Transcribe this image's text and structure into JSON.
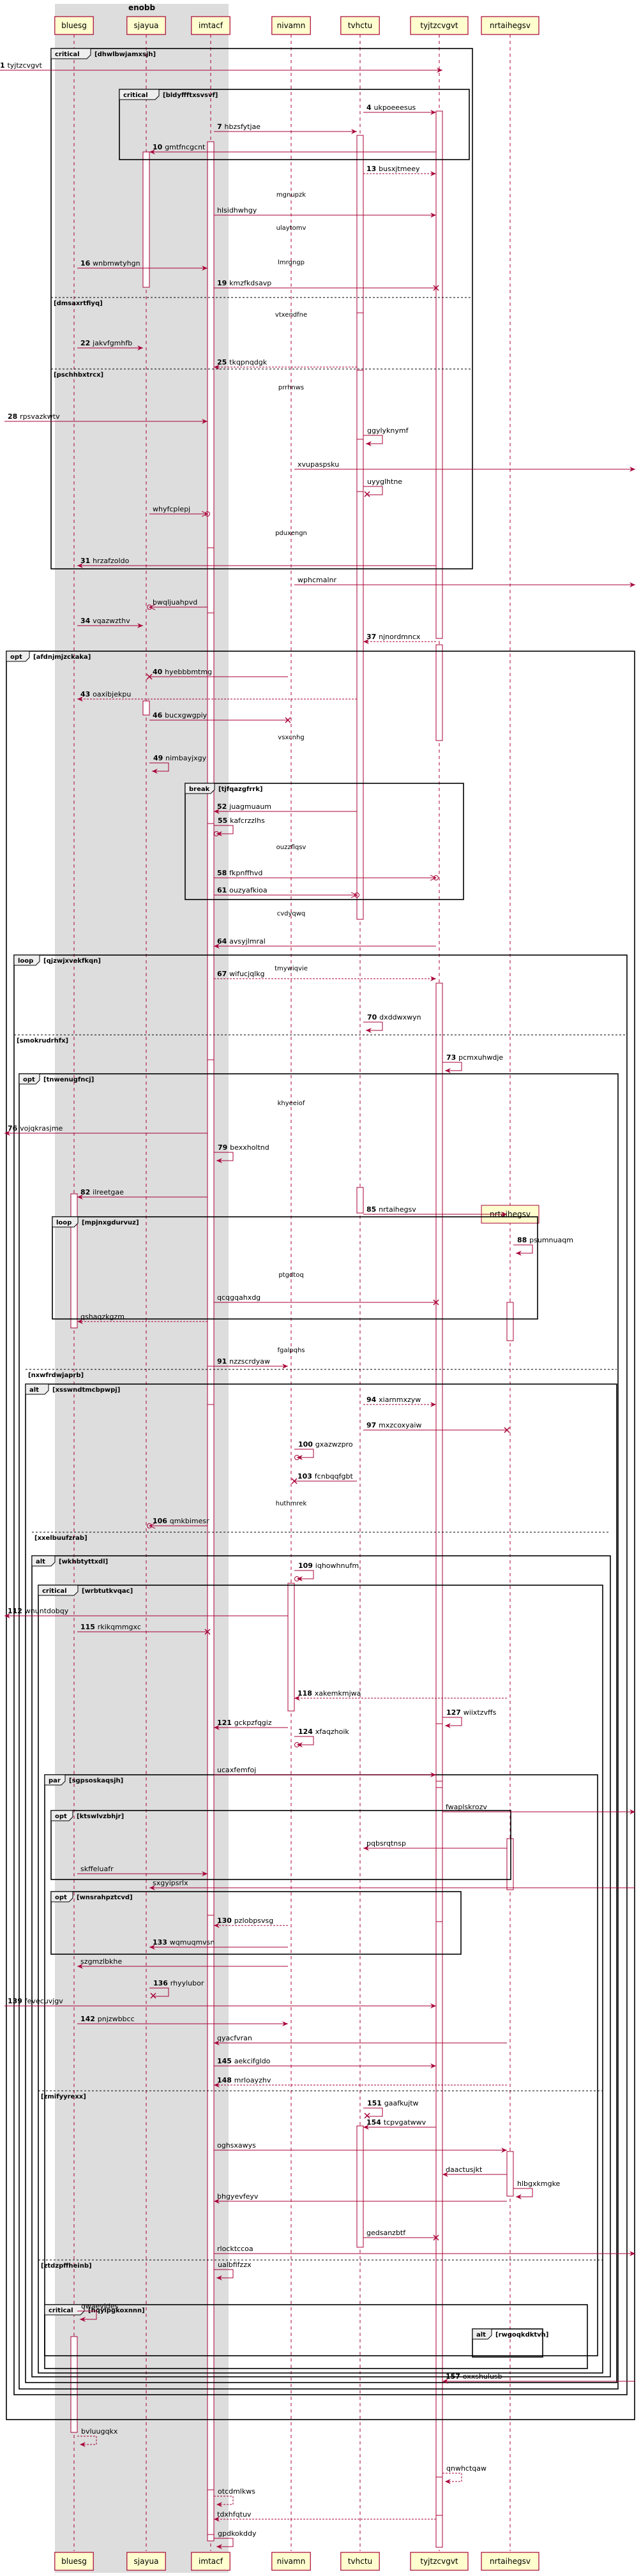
{
  "participants": [
    {
      "id": "bluesg",
      "label": "bluesg"
    },
    {
      "id": "sjayua",
      "label": "sjayua"
    },
    {
      "id": "imtacf",
      "label": "imtacf"
    },
    {
      "id": "nivamn",
      "label": "nivamn"
    },
    {
      "id": "tvhctu",
      "label": "tvhctu"
    },
    {
      "id": "tyjtzcvgvt",
      "label": "tyjtzcvgvt"
    },
    {
      "id": "nrtaihegsv",
      "label": "nrtaihegsv"
    }
  ],
  "box": {
    "title": "enobb"
  },
  "dividers": [
    {
      "label": "mgnupzk"
    },
    {
      "label": "ulaytomv"
    },
    {
      "label": "lmrgngp"
    },
    {
      "label": "vtxendfne"
    },
    {
      "label": "prrhnws"
    },
    {
      "label": "pduxengn"
    },
    {
      "label": "vsxcnhg"
    },
    {
      "label": "ouzzflqsv"
    },
    {
      "label": "cvdyqwq"
    },
    {
      "label": "tmywiqvie"
    },
    {
      "label": "khyeeiof"
    },
    {
      "label": "ptgdtoq"
    },
    {
      "label": "fgalpqhs"
    },
    {
      "label": "huthmrek"
    }
  ],
  "frames": [
    {
      "kind": "critical",
      "cond": "[dhwlbwjamxsjh]"
    },
    {
      "kind": "critical",
      "cond": "[bldyffftxsvsvf]"
    },
    {
      "kind": "opt",
      "cond": "[afdnjmjzckaka]"
    },
    {
      "kind": "break",
      "cond": "[tjfqazgfrrk]"
    },
    {
      "kind": "loop",
      "cond": "[qjzwjxvekfkqn]"
    },
    {
      "kind": "opt",
      "cond": "[tnwenugfncj]"
    },
    {
      "kind": "loop",
      "cond": "[mpjnxgdurvuz]"
    },
    {
      "kind": "alt",
      "cond": "[xsswndtmcbpwpj]"
    },
    {
      "kind": "alt",
      "cond": "[wkhbtyttxdl]"
    },
    {
      "kind": "critical",
      "cond": "[wrbtutkvqac]"
    },
    {
      "kind": "par",
      "cond": "[sgpsoskaqsjh]"
    },
    {
      "kind": "opt",
      "cond": "[ktswlvzbhjr]"
    },
    {
      "kind": "opt",
      "cond": "[wnsrahpztcvd]"
    },
    {
      "kind": "critical",
      "cond": "[hqyipgkoxnnn]"
    },
    {
      "kind": "alt",
      "cond": "[rwgoqkdktvh]"
    }
  ],
  "frame_separators": [
    {
      "label": "[dmsaxrtfiyq]"
    },
    {
      "label": "[pschhbxtrcx]"
    },
    {
      "label": "[smokrudrhfx]"
    },
    {
      "label": "[nxwfrdwjaprb]"
    },
    {
      "label": "[xxelbuufzrab]"
    },
    {
      "label": "[zmifyyrexx]"
    },
    {
      "label": "[ztdzpffheinb]"
    }
  ],
  "messages": [
    {
      "n": "1",
      "t": "tyjtzcvgvt"
    },
    {
      "n": "4",
      "t": "ukpoeeesus"
    },
    {
      "n": "7",
      "t": "hbzsfytjae"
    },
    {
      "n": "10",
      "t": "gmtfncgcnt"
    },
    {
      "n": "13",
      "t": "busxjtmeey"
    },
    {
      "n": "",
      "t": "hlsidhwhgy"
    },
    {
      "n": "16",
      "t": "wnbmwtyhgn"
    },
    {
      "n": "19",
      "t": "kmzfkdsavp"
    },
    {
      "n": "22",
      "t": "jakvfgmhfb"
    },
    {
      "n": "25",
      "t": "tkqpnqdgk"
    },
    {
      "n": "28",
      "t": "rpsvazkwtv"
    },
    {
      "n": "",
      "t": "ggylyknymf"
    },
    {
      "n": "",
      "t": "xvupaspsku"
    },
    {
      "n": "",
      "t": "uyyglhtne"
    },
    {
      "n": "",
      "t": "whyfcplepj"
    },
    {
      "n": "31",
      "t": "hrzafzoldo"
    },
    {
      "n": "",
      "t": "wphcmalnr"
    },
    {
      "n": "",
      "t": "bwqljuahpvd"
    },
    {
      "n": "34",
      "t": "vqazwzthv"
    },
    {
      "n": "37",
      "t": "njnordmncx"
    },
    {
      "n": "40",
      "t": "hyebbbmtmg"
    },
    {
      "n": "43",
      "t": "oaxibjekpu"
    },
    {
      "n": "46",
      "t": "bucxgwgpiy"
    },
    {
      "n": "49",
      "t": "nimbayjxgy"
    },
    {
      "n": "52",
      "t": "juagmuaum"
    },
    {
      "n": "55",
      "t": "kafcrzzlhs"
    },
    {
      "n": "58",
      "t": "fkpnffhvd"
    },
    {
      "n": "61",
      "t": "ouzyafkioa"
    },
    {
      "n": "64",
      "t": "avsyjlmral"
    },
    {
      "n": "67",
      "t": "wifucjqlkg"
    },
    {
      "n": "70",
      "t": "dxddwxwyn"
    },
    {
      "n": "73",
      "t": "pcmxuhwdje"
    },
    {
      "n": "76",
      "t": "vojqkrasjme"
    },
    {
      "n": "79",
      "t": "bexxholtnd"
    },
    {
      "n": "82",
      "t": "ilreetgae"
    },
    {
      "n": "85",
      "t": "nrtaihegsv"
    },
    {
      "n": "88",
      "t": "psumnuaqm"
    },
    {
      "n": "",
      "t": "qcqgqahxdg"
    },
    {
      "n": "",
      "t": "qshaqzkgzm"
    },
    {
      "n": "91",
      "t": "nzzscrdyaw"
    },
    {
      "n": "94",
      "t": "xiarnmxzyw"
    },
    {
      "n": "97",
      "t": "mxzcoxyaiw"
    },
    {
      "n": "100",
      "t": "gxazwzpro"
    },
    {
      "n": "103",
      "t": "fcnbqqfgbt"
    },
    {
      "n": "106",
      "t": "qmkbimesr"
    },
    {
      "n": "109",
      "t": "iqhowhnufm"
    },
    {
      "n": "112",
      "t": "wnuntdobqy"
    },
    {
      "n": "115",
      "t": "rkikqmmgxc"
    },
    {
      "n": "118",
      "t": "xakemkmjwa"
    },
    {
      "n": "121",
      "t": "gckpzfqgiz"
    },
    {
      "n": "124",
      "t": "xfaqzhoik"
    },
    {
      "n": "127",
      "t": "wiixtzvffs"
    },
    {
      "n": "",
      "t": "ucaxfemfoj"
    },
    {
      "n": "",
      "t": "fwaplskrozv"
    },
    {
      "n": "",
      "t": "pqbsrqtnsp"
    },
    {
      "n": "",
      "t": "skffeluafr"
    },
    {
      "n": "",
      "t": "sxgyipsrlx"
    },
    {
      "n": "130",
      "t": "pzlobpsvsg"
    },
    {
      "n": "133",
      "t": "wqmuqmvsn"
    },
    {
      "n": "",
      "t": "szgmzlbkhe"
    },
    {
      "n": "136",
      "t": "rhyylubor"
    },
    {
      "n": "139",
      "t": "fevecuvjgv"
    },
    {
      "n": "142",
      "t": "pnjzwbbcc"
    },
    {
      "n": "",
      "t": "qyacfvran"
    },
    {
      "n": "145",
      "t": "aekcifgldo"
    },
    {
      "n": "148",
      "t": "mrloayzhv"
    },
    {
      "n": "151",
      "t": "gaafkujtw"
    },
    {
      "n": "154",
      "t": "tcpvgatwwv"
    },
    {
      "n": "",
      "t": "oghsxawys"
    },
    {
      "n": "",
      "t": "daactusjkt"
    },
    {
      "n": "",
      "t": "hlbgxkmgke"
    },
    {
      "n": "",
      "t": "bhgyevfeyv"
    },
    {
      "n": "",
      "t": "gedsanzbtf"
    },
    {
      "n": "",
      "t": "rlocktccoa"
    },
    {
      "n": "",
      "t": "ualbfifzzx"
    },
    {
      "n": "",
      "t": "owaeyjdes"
    },
    {
      "n": "157",
      "t": "oxxshulusb"
    },
    {
      "n": "",
      "t": "bvluugqkx"
    },
    {
      "n": "",
      "t": "qnwhctqaw"
    },
    {
      "n": "",
      "t": "otcdmlkws"
    },
    {
      "n": "",
      "t": "tdxhfqtuv"
    },
    {
      "n": "",
      "t": "gpdkokddy"
    }
  ]
}
